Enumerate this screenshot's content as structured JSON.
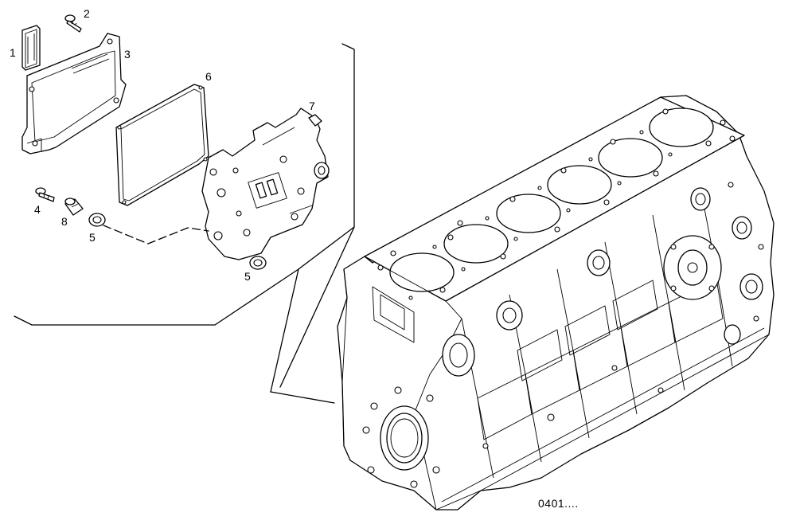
{
  "diagram": {
    "callouts": [
      {
        "id": "c1",
        "label": "1"
      },
      {
        "id": "c2",
        "label": "2"
      },
      {
        "id": "c3",
        "label": "3"
      },
      {
        "id": "c4",
        "label": "4"
      },
      {
        "id": "c5a",
        "label": "5"
      },
      {
        "id": "c5b",
        "label": "5"
      },
      {
        "id": "c6",
        "label": "6"
      },
      {
        "id": "c7",
        "label": "7"
      },
      {
        "id": "c8",
        "label": "8"
      }
    ],
    "reference_code": "0401...."
  }
}
